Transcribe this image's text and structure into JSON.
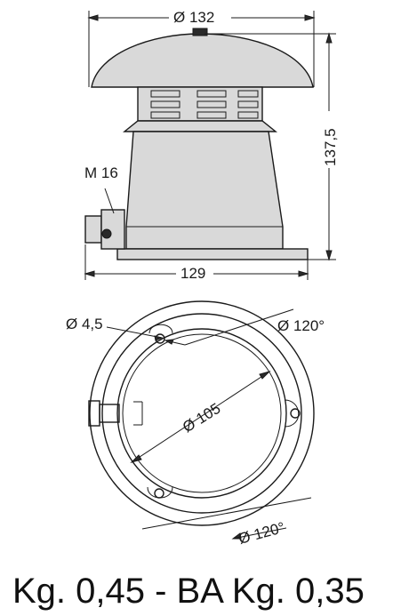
{
  "side_view": {
    "dim_top_diameter": "Ø 132",
    "dim_height": "137,5",
    "dim_base_width": "129",
    "thread_label": "M 16"
  },
  "top_view": {
    "hole_diameter": "Ø 4,5",
    "angle_top": "Ø 120°",
    "inner_diameter": "Ø 105",
    "angle_bottom": "Ø 120°"
  },
  "caption": "Kg. 0,45 - BA Kg. 0,35"
}
